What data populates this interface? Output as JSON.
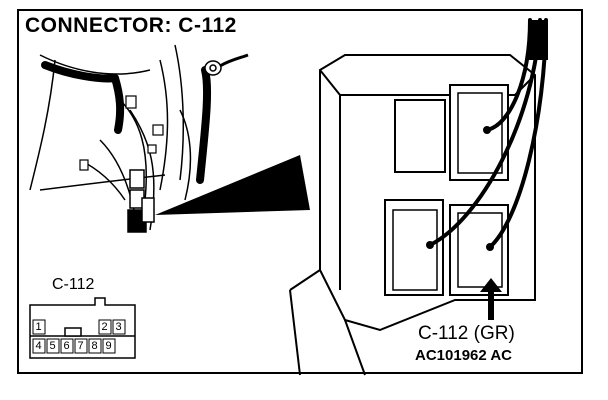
{
  "title": "CONNECTOR: C-112",
  "pinout": {
    "title": "C-112",
    "pins": [
      "1",
      "2",
      "3",
      "4",
      "5",
      "6",
      "7",
      "8",
      "9"
    ]
  },
  "connector_label": "C-112 (GR)",
  "figure_code": "AC101962 AC"
}
